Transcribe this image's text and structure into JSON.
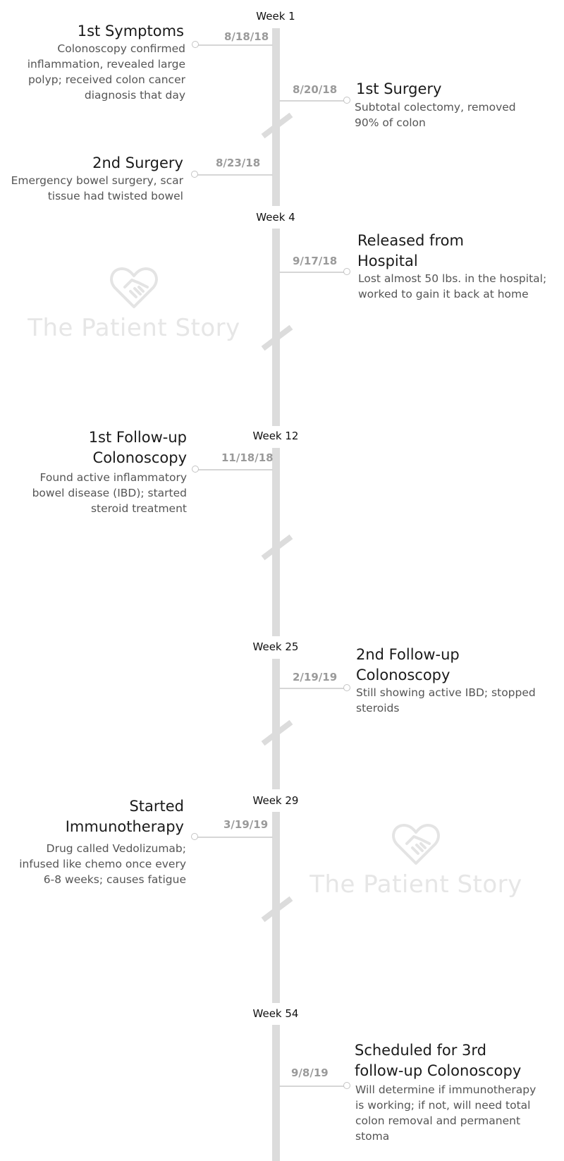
{
  "weeks": [
    "Week 1",
    "Week 4",
    "Week 12",
    "Week 25",
    "Week 29",
    "Week 54"
  ],
  "events": [
    {
      "date": "8/18/18",
      "title": "1st Symptoms",
      "description": "Colonoscopy confirmed inflammation, revealed large polyp; received colon cancer diagnosis that day"
    },
    {
      "date": "8/20/18",
      "title": "1st Surgery",
      "description": "Subtotal colectomy, removed 90% of colon"
    },
    {
      "date": "8/23/18",
      "title": "2nd Surgery",
      "description": "Emergency bowel surgery, scar tissue had twisted bowel"
    },
    {
      "date": "9/17/18",
      "title": "Released from Hospital",
      "description": "Lost almost 50 lbs. in the hospital; worked to gain it back at home"
    },
    {
      "date": "11/18/18",
      "title": "1st Follow-up Colonoscopy",
      "description": "Found active inflammatory bowel disease (IBD); started steroid treatment"
    },
    {
      "date": "2/19/19",
      "title": "2nd Follow-up Colonoscopy",
      "description": "Still showing active IBD; stopped steroids"
    },
    {
      "date": "3/19/19",
      "title": "Started Immunotherapy",
      "description": "Drug called Vedolizumab; infused like chemo once every 6-8 weeks; causes fatigue"
    },
    {
      "date": "9/8/19",
      "title": "Scheduled for 3rd follow-up Colonoscopy",
      "description": "Will determine if immunotherapy is working; if not, will need total colon removal and permanent stoma"
    }
  ],
  "watermark": {
    "text": "The Patient Story",
    "icon": "heart-handshake-icon",
    "color": "#e6e6e6"
  },
  "colors": {
    "track": "#dcdcdc",
    "date": "#9a9a9a",
    "title": "#1a1a1a",
    "description": "#555555"
  }
}
